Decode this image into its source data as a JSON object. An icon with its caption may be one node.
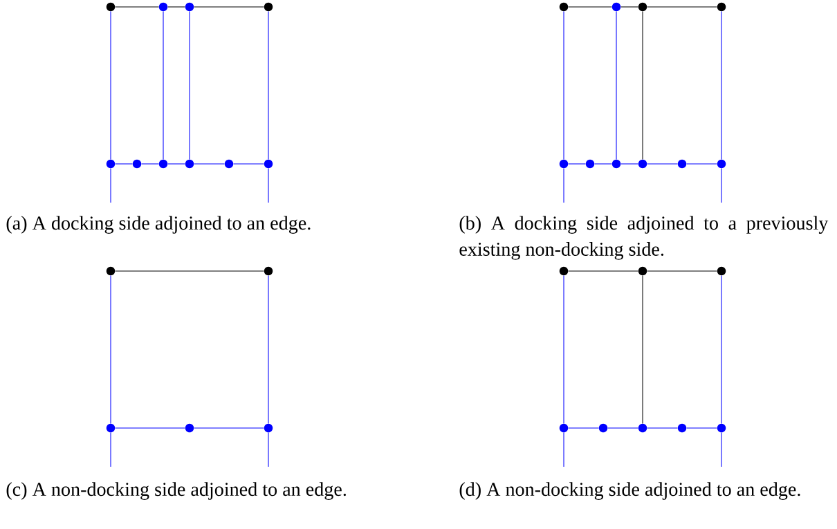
{
  "diagram": {
    "nodes": [
      {
        "text": [],
        "shape": "circle"
      },
      {
        "text": [],
        "shape": "circle"
      },
      {
        "text": [],
        "shape": "circle"
      },
      {
        "text": [],
        "shape": "circle"
      },
      {
        "text": [],
        "shape": "circle"
      },
      {
        "text": [],
        "shape": "circle"
      },
      {
        "text": [],
        "shape": "circle"
      },
      {
        "text": [],
        "shape": "circle"
      },
      {
        "text": [],
        "shape": "circle"
      },
      {
        "text": [],
        "shape": "circle"
      },
      {
        "text": [],
        "shape": "circle"
      },
      {
        "text": [],
        "shape": "circle"
      },
      {
        "text": [],
        "shape": "circle"
      },
      {
        "text": [],
        "shape": "circle"
      },
      {
        "text": [],
        "shape": "circle"
      },
      {
        "text": [],
        "shape": "circle"
      },
      {
        "text": [],
        "shape": "circle"
      },
      {
        "text": [],
        "shape": "circle"
      },
      {
        "text": [],
        "shape": "circle"
      },
      {
        "text": [],
        "shape": "circle"
      },
      {
        "text": [],
        "shape": "circle"
      },
      {
        "text": [],
        "shape": "circle"
      },
      {
        "text": [],
        "shape": "circle"
      },
      {
        "text": [],
        "shape": "circle"
      },
      {
        "text": [],
        "shape": "circle"
      },
      {
        "text": [],
        "shape": "circle"
      },
      {
        "text": [],
        "shape": "circle"
      },
      {
        "text": [],
        "shape": "circle"
      },
      {
        "text": [],
        "shape": "circle"
      },
      {
        "text": [],
        "shape": "circle"
      },
      {
        "text": [],
        "shape": "circle"
      },
      {
        "text": [],
        "shape": "circle"
      },
      {
        "text": [],
        "shape": "circle"
      }
    ],
    "edges": [
      {
        "from": 0,
        "to": 1,
        "arrow": "none",
        "color": "#000000"
      },
      {
        "from": 1,
        "to": 2,
        "arrow": "none",
        "color": "#000000"
      },
      {
        "from": 2,
        "to": 3,
        "arrow": "none",
        "color": "#000000"
      },
      {
        "from": 0,
        "to": 4,
        "arrow": "none"
      },
      {
        "from": 1,
        "to": 6,
        "arrow": "none"
      },
      {
        "from": 2,
        "to": 7,
        "arrow": "none"
      },
      {
        "from": 3,
        "to": 9,
        "arrow": "none"
      },
      {
        "from": 4,
        "to": 5,
        "arrow": "none"
      },
      {
        "from": 5,
        "to": 6,
        "arrow": "none"
      },
      {
        "from": 6,
        "to": 7,
        "arrow": "none"
      },
      {
        "from": 7,
        "to": 8,
        "arrow": "none"
      },
      {
        "from": 8,
        "to": 9,
        "arrow": "none"
      },
      {
        "from": 4,
        "to": null,
        "arrow": "none"
      },
      {
        "from": 9,
        "to": null,
        "arrow": "none"
      },
      {
        "from": 10,
        "to": 11,
        "arrow": "none",
        "color": "#000000"
      },
      {
        "from": 11,
        "to": 12,
        "arrow": "none",
        "color": "#000000"
      },
      {
        "from": 12,
        "to": 13,
        "arrow": "none",
        "color": "#000000"
      },
      {
        "from": 10,
        "to": 14,
        "arrow": "none"
      },
      {
        "from": 11,
        "to": 16,
        "arrow": "none"
      },
      {
        "from": 12,
        "to": 17,
        "arrow": "none",
        "color": "#000000"
      },
      {
        "from": 13,
        "to": 19,
        "arrow": "none"
      },
      {
        "from": 14,
        "to": 15,
        "arrow": "none"
      },
      {
        "from": 15,
        "to": 16,
        "arrow": "none"
      },
      {
        "from": 16,
        "to": 17,
        "arrow": "none"
      },
      {
        "from": 17,
        "to": 18,
        "arrow": "none"
      },
      {
        "from": 18,
        "to": 19,
        "arrow": "none"
      },
      {
        "from": 14,
        "to": null,
        "arrow": "none"
      },
      {
        "from": 19,
        "to": null,
        "arrow": "none"
      },
      {
        "from": 20,
        "to": 21,
        "arrow": "none",
        "color": "#000000"
      },
      {
        "from": 20,
        "to": 22,
        "arrow": "none"
      },
      {
        "from": 21,
        "to": 24,
        "arrow": "none"
      },
      {
        "from": 22,
        "to": 23,
        "arrow": "none"
      },
      {
        "from": 23,
        "to": 24,
        "arrow": "none"
      },
      {
        "from": 22,
        "to": null,
        "arrow": "none"
      },
      {
        "from": 24,
        "to": null,
        "arrow": "none"
      },
      {
        "from": 25,
        "to": 26,
        "arrow": "none",
        "color": "#000000"
      },
      {
        "from": 26,
        "to": 27,
        "arrow": "none",
        "color": "#000000"
      },
      {
        "from": 25,
        "to": 28,
        "arrow": "none"
      },
      {
        "from": 26,
        "to": 30,
        "arrow": "none",
        "color": "#000000"
      },
      {
        "from": 27,
        "to": 32,
        "arrow": "none"
      },
      {
        "from": 28,
        "to": 29,
        "arrow": "none"
      },
      {
        "from": 29,
        "to": 30,
        "arrow": "none"
      },
      {
        "from": 30,
        "to": 31,
        "arrow": "none"
      },
      {
        "from": 31,
        "to": 32,
        "arrow": "none"
      },
      {
        "from": 28,
        "to": null,
        "arrow": "none"
      },
      {
        "from": 32,
        "to": null,
        "arrow": "none"
      }
    ],
    "labels": [
      "(a) A docking side adjoined to an edge.",
      "(b) A docking side adjoined to a previously existing non-docking side.",
      "(c) A non-docking side adjoined to an edge.",
      "(d) A non-docking side adjoined to an edge."
    ]
  }
}
